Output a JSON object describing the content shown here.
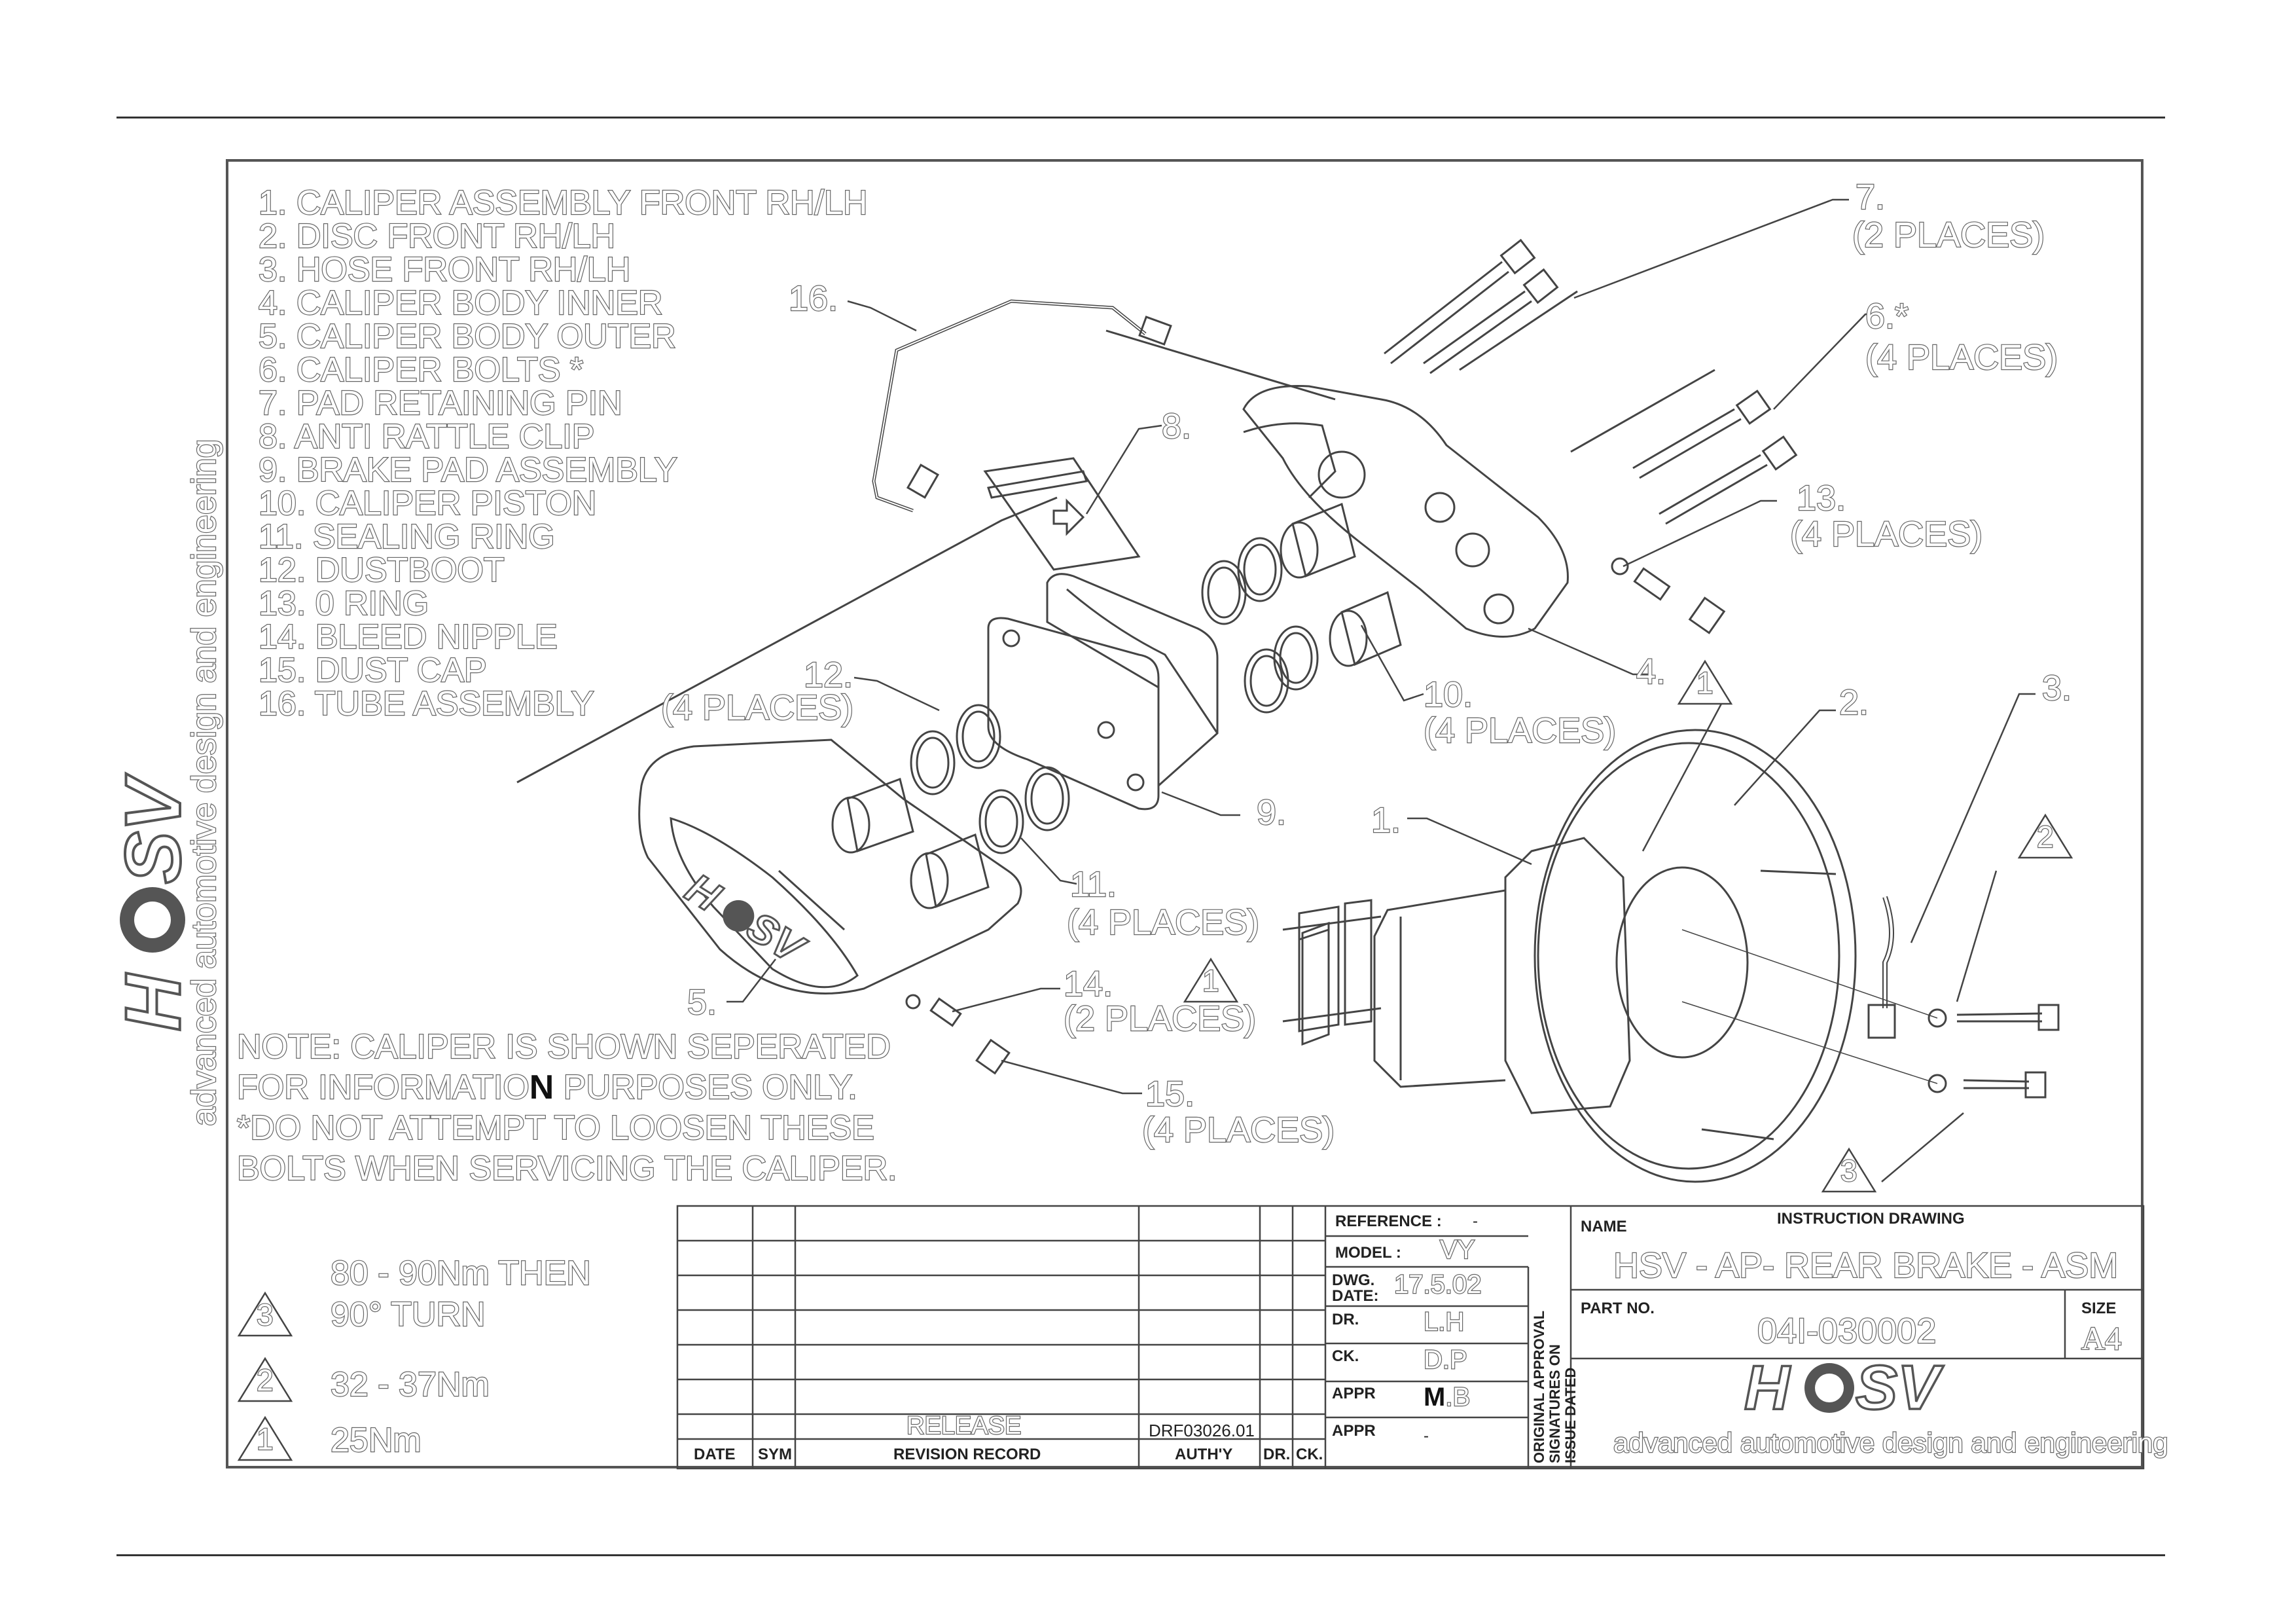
{
  "legend": {
    "items": [
      "1.  CALIPER ASSEMBLY FRONT RH/LH",
      "2.  DISC FRONT RH/LH",
      "3.  HOSE FRONT RH/LH",
      "4.  CALIPER BODY INNER",
      "5.  CALIPER BODY OUTER",
      "6.  CALIPER BOLTS *",
      "7.  PAD RETAINING PIN",
      "8.  ANTI RATTLE CLIP",
      "9.  BRAKE PAD ASSEMBLY",
      "10. CALIPER PISTON",
      "11. SEALING RING",
      "12. DUSTBOOT",
      "13. 0 RING",
      "14. BLEED NIPPLE",
      "15. DUST CAP",
      "16. TUBE ASSEMBLY"
    ]
  },
  "note": {
    "line1": "NOTE: CALIPER IS SHOWN SEPERATED",
    "line2a": "FOR INFORMATIO",
    "line2b": "N",
    "line2c": " PURPOSES ONLY.",
    "line3": "*DO NOT ATTEMPT TO LOOSEN THESE",
    "line4": "BOLTS WHEN SERVICING THE CALIPER."
  },
  "callouts": {
    "c1": "1.",
    "c2": "2.",
    "c3": "3.",
    "c4": "4.",
    "c5": "5.",
    "c6": "6.*",
    "c6b": "(4 PLACES)",
    "c7": "7.",
    "c7b": "(2 PLACES)",
    "c8": "8.",
    "c9": "9.",
    "c10": "10.",
    "c10b": "(4 PLACES)",
    "c11": "11.",
    "c11b": "(4 PLACES)",
    "c12": "12.",
    "c12b": "(4 PLACES)",
    "c13": "13.",
    "c13b": "(4 PLACES)",
    "c14": "14.",
    "c14b": "(2 PLACES)",
    "c15": "15.",
    "c15b": "(4 PLACES)",
    "c16": "16."
  },
  "triangles": {
    "t1": "1",
    "t2": "2",
    "t3": "3"
  },
  "torque": {
    "t3_line1": "80 - 90Nm THEN",
    "t3_line2": "90° TURN",
    "t2": "32 - 37Nm",
    "t1": "25Nm"
  },
  "brand": {
    "logo": "HSV",
    "tagline": "advanced automotive design and engineering"
  },
  "title_block": {
    "release": "RELEASE",
    "drf": "DRF03026.01",
    "col_date": "DATE",
    "col_sym": "SYM",
    "col_revision": "REVISION RECORD",
    "col_auth": "AUTH'Y",
    "col_dr": "DR.",
    "col_ck": "CK.",
    "reference_label": "REFERENCE :",
    "reference_value": "-",
    "model_label": "MODEL :",
    "model_value": "VY",
    "dwg_label": "DWG.",
    "date_label": "DATE:",
    "dwg_date": "17.5.02",
    "dr_label": "DR.",
    "dr_value": "L.H",
    "ck_label": "CK.",
    "ck_value": "D.P",
    "appr_label": "APPR",
    "appr_value_a": "M",
    "appr_value_b": ".B",
    "appr2_label": "APPR",
    "appr2_value": "-",
    "signatures": [
      "ORIGINAL APPROVAL",
      "SIGNATURES ON",
      "ISSUE DATED"
    ],
    "name_label": "NAME",
    "instruction": "INSTRUCTION DRAWING",
    "name_value": "HSV - AP- REAR BRAKE - ASM",
    "part_label": "PART NO.",
    "part_value": "04I-030002",
    "size_label": "SIZE",
    "size_value": "A4"
  }
}
